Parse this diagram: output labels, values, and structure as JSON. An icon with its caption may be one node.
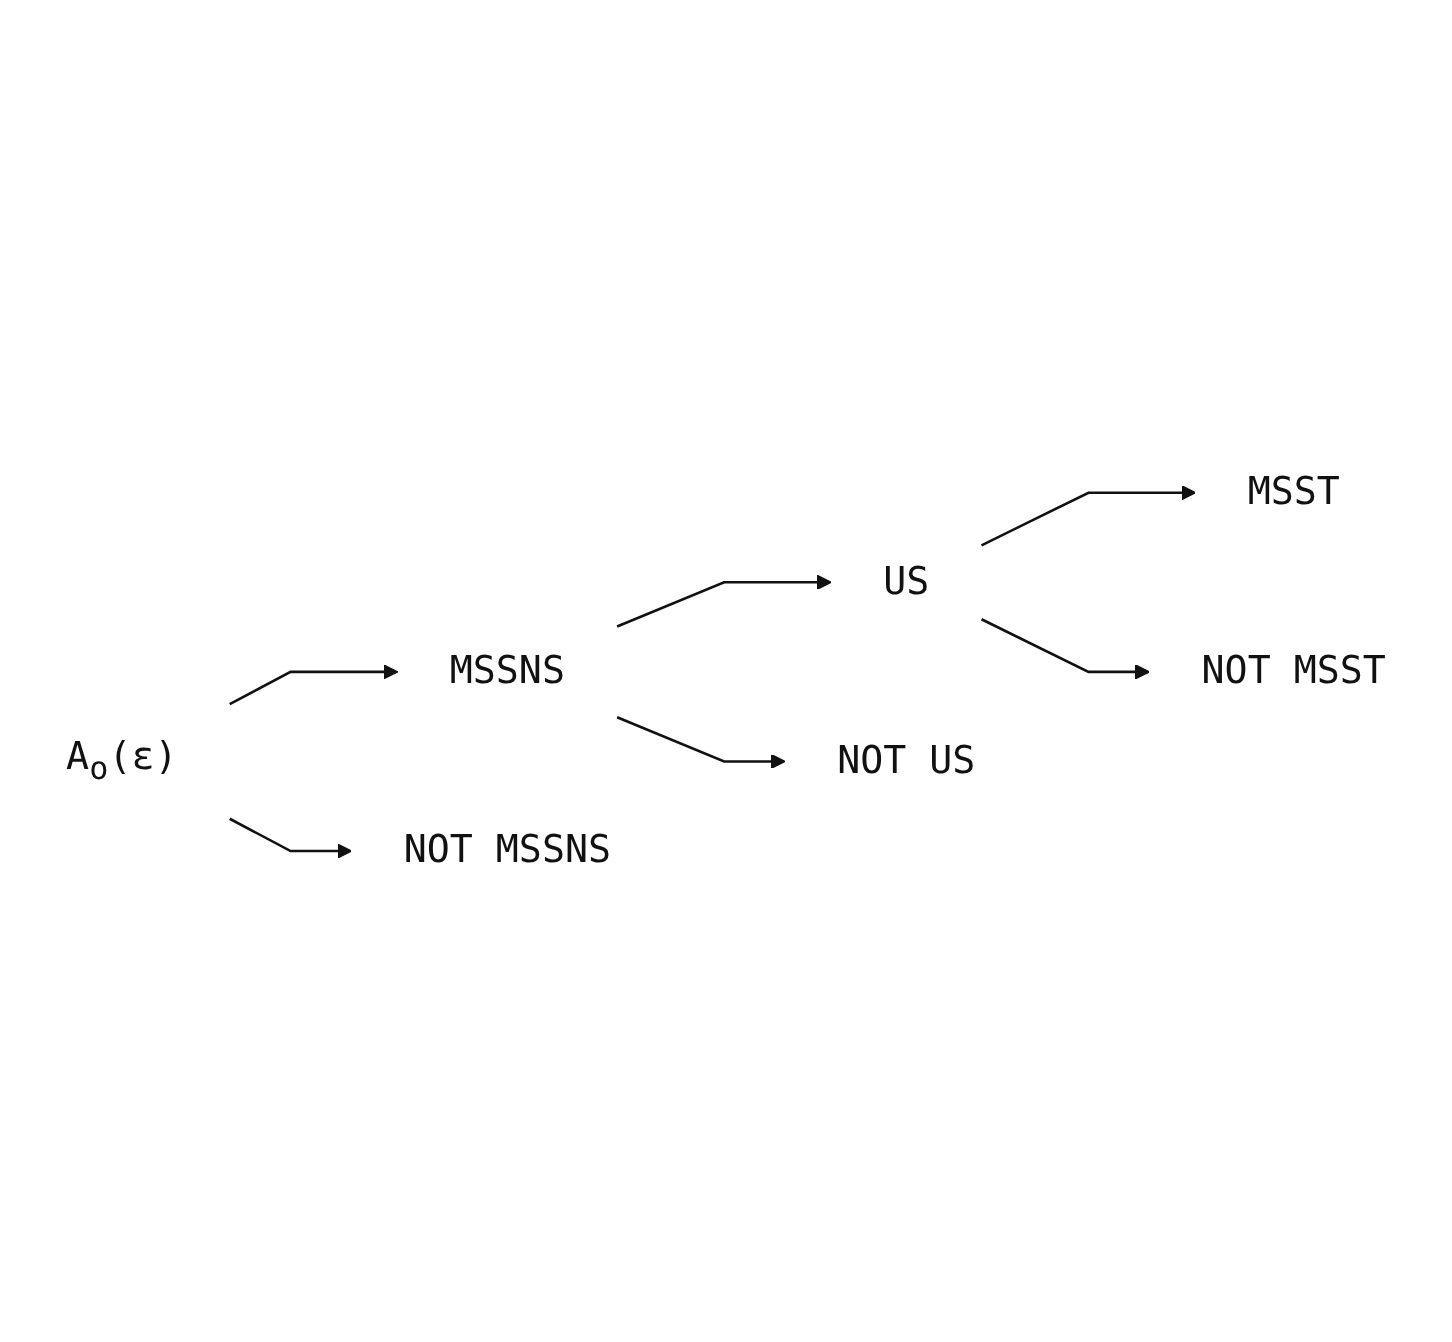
{
  "diagram": {
    "nodes": [
      {
        "text": [
          "A$_{o}$(ε)"
        ]
      },
      {
        "text": [
          "MSSNS"
        ]
      },
      {
        "text": [
          "NOT MSSNS"
        ]
      },
      {
        "text": [
          "US"
        ]
      },
      {
        "text": [
          "NOT US"
        ]
      },
      {
        "text": [
          "MSST"
        ]
      },
      {
        "text": [
          "NOT MSST"
        ]
      }
    ],
    "edges": [
      {
        "from": 0,
        "to": 1,
        "arrow": "to"
      },
      {
        "from": 0,
        "to": 2,
        "arrow": "to"
      },
      {
        "from": 1,
        "to": 3,
        "arrow": "to"
      },
      {
        "from": 1,
        "to": 4,
        "arrow": "to"
      },
      {
        "from": 3,
        "to": 5,
        "arrow": "to"
      },
      {
        "from": 3,
        "to": 6,
        "arrow": "to"
      }
    ]
  }
}
